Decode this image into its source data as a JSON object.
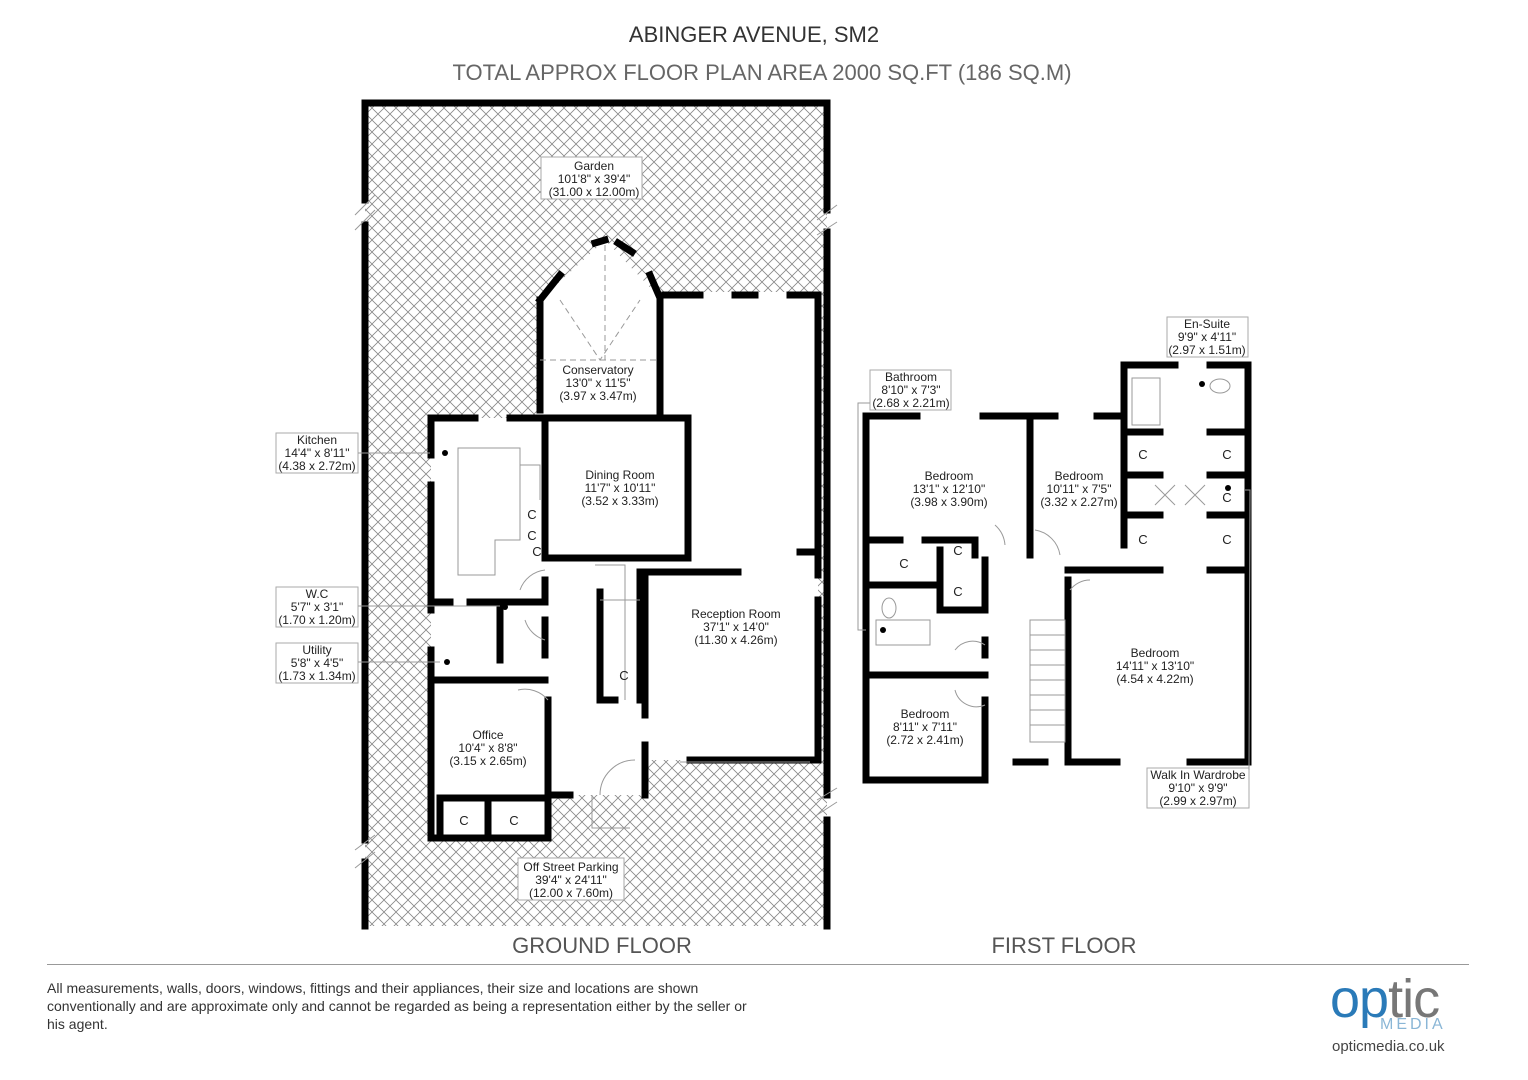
{
  "header": {
    "address": "ABINGER AVENUE, SM2",
    "area": "TOTAL APPROX FLOOR PLAN AREA 2000 SQ.FT (186 SQ.M)"
  },
  "ground_floor": {
    "label": "GROUND FLOOR",
    "rooms": [
      {
        "name": "Garden",
        "imperial": "101'8\" x 39'4\"",
        "metric": "(31.00 x 12.00m)"
      },
      {
        "name": "Conservatory",
        "imperial": "13'0\" x 11'5\"",
        "metric": "(3.97 x 3.47m)"
      },
      {
        "name": "Kitchen",
        "imperial": "14'4\" x 8'11\"",
        "metric": "(4.38 x 2.72m)"
      },
      {
        "name": "Dining Room",
        "imperial": "11'7\" x 10'11\"",
        "metric": "(3.52 x 3.33m)"
      },
      {
        "name": "W.C",
        "imperial": "5'7\" x 3'1\"",
        "metric": "(1.70 x 1.20m)"
      },
      {
        "name": "Utility",
        "imperial": "5'8\" x 4'5\"",
        "metric": "(1.73 x 1.34m)"
      },
      {
        "name": "Reception Room",
        "imperial": "37'1\" x 14'0\"",
        "metric": "(11.30 x 4.26m)"
      },
      {
        "name": "Office",
        "imperial": "10'4\" x 8'8\"",
        "metric": "(3.15 x 2.65m)"
      },
      {
        "name": "Off Street Parking",
        "imperial": "39'4\" x 24'11\"",
        "metric": "(12.00 x 7.60m)"
      }
    ]
  },
  "first_floor": {
    "label": "FIRST FLOOR",
    "rooms": [
      {
        "name": "En-Suite",
        "imperial": "9'9\" x 4'11\"",
        "metric": "(2.97 x 1.51m)"
      },
      {
        "name": "Bathroom",
        "imperial": "8'10\" x 7'3\"",
        "metric": "(2.68 x 2.21m)"
      },
      {
        "name": "Bedroom",
        "imperial": "13'1\" x 12'10\"",
        "metric": "(3.98 x 3.90m)"
      },
      {
        "name": "Bedroom",
        "imperial": "10'11\" x 7'5\"",
        "metric": "(3.32 x 2.27m)"
      },
      {
        "name": "Bedroom",
        "imperial": "14'11\" x 13'10\"",
        "metric": "(4.54 x 4.22m)"
      },
      {
        "name": "Bedroom",
        "imperial": "8'11\" x 7'11\"",
        "metric": "(2.72 x 2.41m)"
      },
      {
        "name": "Walk In Wardrobe",
        "imperial": "9'10\" x 9'9\"",
        "metric": "(2.99 x 2.97m)"
      }
    ]
  },
  "cupboard_label": "C",
  "footer": {
    "disclaimer": "All measurements, walls, doors, windows, fittings and their appliances, their size and locations are shown conventionally and are approximate only and cannot be regarded as being a representation either by the seller or his agent.",
    "logo_text": "optic MEDIA",
    "logo_op": "op",
    "logo_tic": "tic",
    "logo_media": "MEDIA",
    "website": "opticmedia.co.uk"
  },
  "colors": {
    "logo_blue": "#2a7ab8",
    "logo_grey": "#777777",
    "wall": "#000000"
  }
}
